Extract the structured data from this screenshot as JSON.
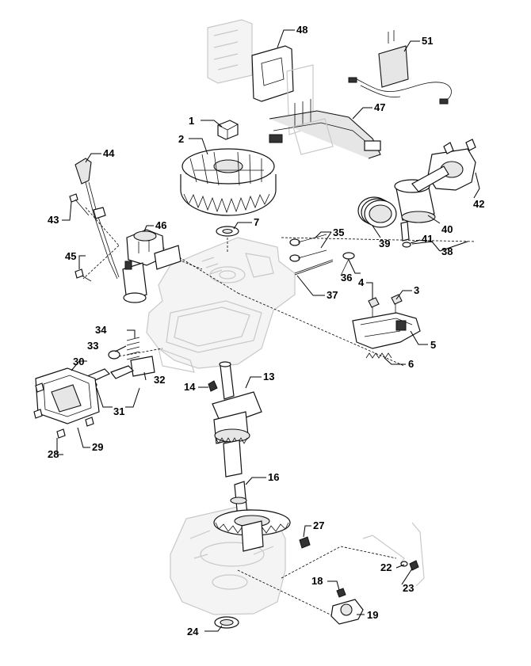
{
  "callouts": [
    {
      "id": "c1",
      "label": "1"
    },
    {
      "id": "c2",
      "label": "2"
    },
    {
      "id": "c3",
      "label": "3"
    },
    {
      "id": "c4",
      "label": "4"
    },
    {
      "id": "c5",
      "label": "5"
    },
    {
      "id": "c6",
      "label": "6"
    },
    {
      "id": "c7",
      "label": "7"
    },
    {
      "id": "c13",
      "label": "13"
    },
    {
      "id": "c14",
      "label": "14"
    },
    {
      "id": "c16",
      "label": "16"
    },
    {
      "id": "c18",
      "label": "18"
    },
    {
      "id": "c19",
      "label": "19"
    },
    {
      "id": "c22",
      "label": "22"
    },
    {
      "id": "c23",
      "label": "23"
    },
    {
      "id": "c24",
      "label": "24"
    },
    {
      "id": "c27",
      "label": "27"
    },
    {
      "id": "c28",
      "label": "28"
    },
    {
      "id": "c29",
      "label": "29"
    },
    {
      "id": "c30",
      "label": "30"
    },
    {
      "id": "c31",
      "label": "31"
    },
    {
      "id": "c32",
      "label": "32"
    },
    {
      "id": "c33",
      "label": "33"
    },
    {
      "id": "c34",
      "label": "34"
    },
    {
      "id": "c35",
      "label": "35"
    },
    {
      "id": "c36",
      "label": "36"
    },
    {
      "id": "c37",
      "label": "37"
    },
    {
      "id": "c38",
      "label": "38"
    },
    {
      "id": "c39",
      "label": "39"
    },
    {
      "id": "c40",
      "label": "40"
    },
    {
      "id": "c41",
      "label": "41"
    },
    {
      "id": "c42",
      "label": "42"
    },
    {
      "id": "c43",
      "label": "43"
    },
    {
      "id": "c44",
      "label": "44"
    },
    {
      "id": "c45",
      "label": "45"
    },
    {
      "id": "c46",
      "label": "46"
    },
    {
      "id": "c47",
      "label": "47"
    },
    {
      "id": "c48",
      "label": "48"
    },
    {
      "id": "c51",
      "label": "51"
    }
  ]
}
